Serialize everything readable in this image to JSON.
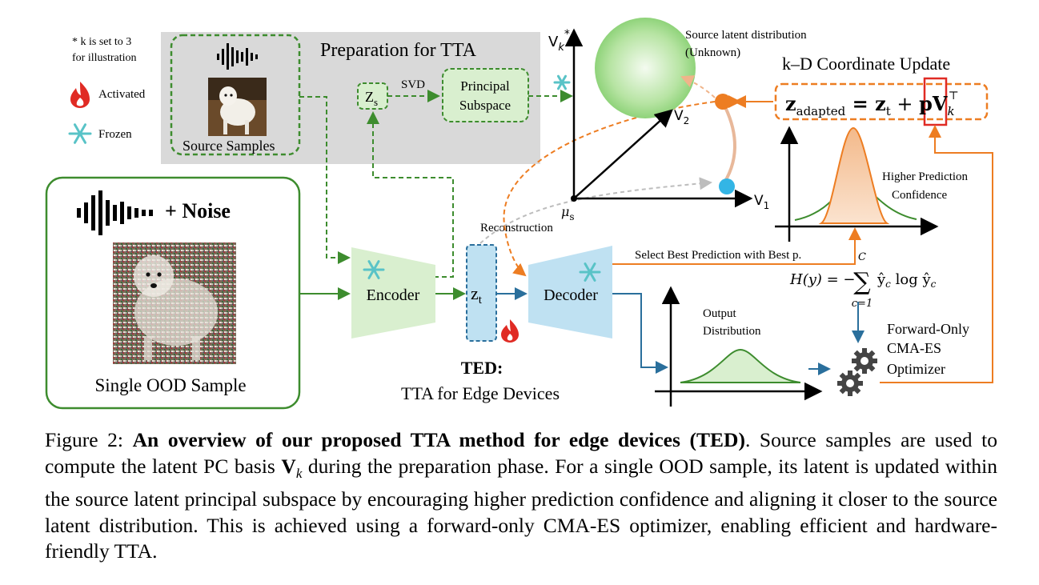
{
  "legend": {
    "note_line1": "* k is set to 3",
    "note_line2": "for illustration",
    "activated": "Activated",
    "frozen": "Frozen"
  },
  "prep": {
    "title": "Preparation for TTA",
    "source_samples": "Source Samples",
    "svd": "SVD",
    "zs": "Z",
    "zs_sub": "s",
    "principal_line1": "Principal",
    "principal_line2": "Subspace"
  },
  "ood": {
    "noise": "+ Noise",
    "label": "Single OOD Sample"
  },
  "model": {
    "encoder": "Encoder",
    "decoder": "Decoder",
    "zt": "z",
    "zt_sub": "t",
    "ted_title": "TED:",
    "ted_subtitle": "TTA for Edge Devices",
    "reconstruction": "Reconstruction"
  },
  "latent": {
    "source_dist_line1": "Source latent distribution",
    "source_dist_line2": "(Unknown)",
    "vk": "V",
    "vk_sub": "k",
    "vk_sup": "*",
    "v2": "V",
    "v2_sub": "2",
    "v1": "V",
    "v1_sub": "1",
    "mu": "μ",
    "mu_sub": "s"
  },
  "update": {
    "title": "k–D Coordinate Update",
    "eq_z": "z",
    "eq_z_sub": "adapted",
    "eq_mid": " = z",
    "eq_mid_sub": "t",
    "eq_plus": " + ",
    "eq_p": "p",
    "eq_V": "V",
    "eq_V_sub": "k",
    "eq_V_sup": "⊤",
    "higher_line1": "Higher Prediction",
    "higher_line2": "Confidence",
    "select_best": "Select Best Prediction with Best p.",
    "entropy": "H(y) = −",
    "entropy_sum_top": "C",
    "entropy_sum": "∑",
    "entropy_sum_bottom": "c=1",
    "entropy_rest": "ŷ",
    "entropy_c": "c",
    "entropy_log": " log ŷ",
    "entropy_c2": "c"
  },
  "output": {
    "dist_line1": "Output",
    "dist_line2": "Distribution",
    "opt_line1": "Forward-Only",
    "opt_line2": "CMA-ES",
    "opt_line3": "Optimizer"
  },
  "caption": {
    "prefix": "Figure 2: ",
    "bold_title": "An overview of our proposed TTA method for edge devices (TED)",
    "text1": ". Source samples are used to compute the latent PC basis ",
    "vk": "V",
    "vk_sub": "k",
    "text2": " during the preparation phase. For a single OOD sample, its latent is updated within the source latent principal subspace by encouraging higher prediction confidence and aligning it closer to the source latent distribution. This is achieved using a forward-only CMA-ES optimizer, enabling efficient and hardware-friendly TTA."
  },
  "colors": {
    "green": "#3d8c2e",
    "light_green": "#d9efcf",
    "blue": "#2a6f9c",
    "light_blue": "#bfe1f2",
    "orange": "#ed7d22",
    "red": "#e02b24",
    "gray_box": "#d9d9d9"
  }
}
